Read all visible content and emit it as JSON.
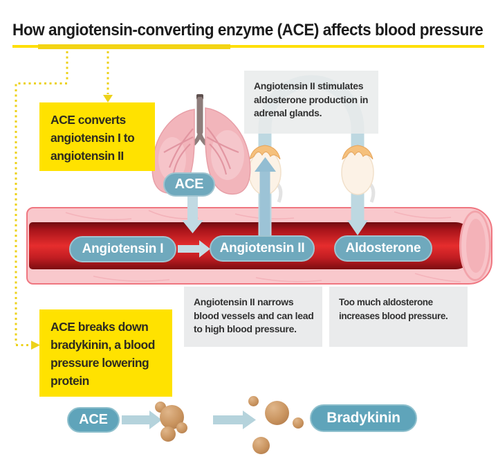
{
  "title": "How angiotensin-converting enzyme (ACE) affects blood pressure",
  "callouts": {
    "converts": "ACE converts angiotensin I to angiotensin II",
    "breaks_down": "ACE breaks down bradykinin, a blood pressure lowering protein"
  },
  "notes": {
    "adrenal": "Angiotensin II stimulates aldosterone production in adrenal glands.",
    "narrows": "Angiotensin II narrows blood vessels and can lead to high blood pressure.",
    "aldosterone": "Too much aldosterone increases blood pressure."
  },
  "labels": {
    "ace_lungs": "ACE",
    "angiotensin_1": "Angiotensin I",
    "angiotensin_2": "Angiotensin II",
    "aldosterone": "Aldosterone",
    "ace_bottom": "ACE",
    "bradykinin": "Bradykinin"
  },
  "icons": {
    "lungs": "lungs-icon",
    "adrenal_glands": "adrenal-gland-icon",
    "blood_vessel": "blood-vessel-graphic",
    "fragments": "bradykinin-fragments-icon",
    "flow_arrows": "flow-arrow-icon",
    "dotted_connectors": "dotted-connector-icon"
  },
  "colors": {
    "accent_yellow": "#ffe200",
    "underline_yellow": "#ffdf00",
    "dotted_yellow": "#edd21a",
    "pill_teal": "#6fa9bd",
    "arrow_blue": "#bdd8e1",
    "vessel_red": "#e62d2d",
    "vessel_pink": "#f9c8cc",
    "note_gray": "#eaebec",
    "fragment_tan": "#c9945f",
    "text_dark": "#1b1b1b"
  }
}
